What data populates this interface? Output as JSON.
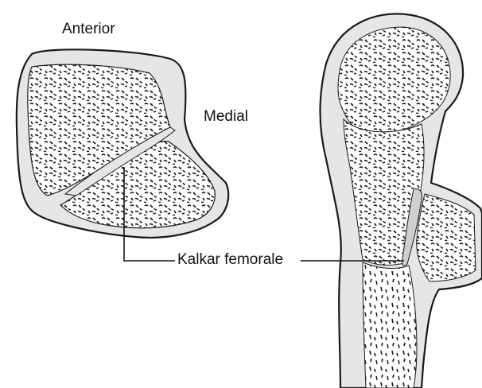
{
  "labels": {
    "anterior": "Anterior",
    "medial": "Medial",
    "calcar": "Kalkar femorale"
  },
  "colors": {
    "cortex": "#e6e6e6",
    "outline": "#1a1a1a",
    "trabecula": "#1f1f1f"
  }
}
